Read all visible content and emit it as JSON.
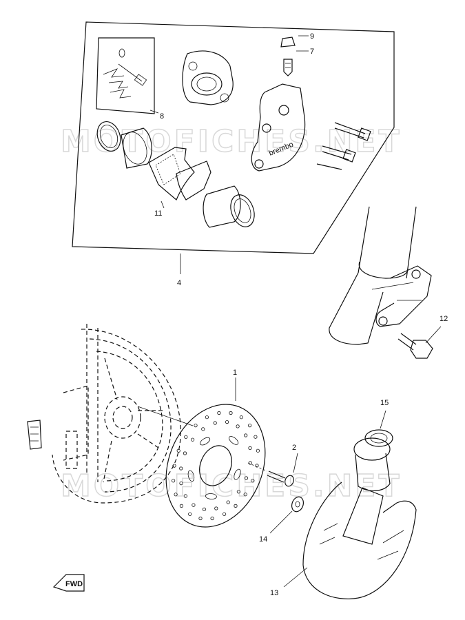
{
  "watermark": "MOTOFICHES.NET",
  "caliper_brand": "brembo",
  "fwd_label": "FWD",
  "callouts": {
    "c1": "1",
    "c2": "2",
    "c4": "4",
    "c7": "7",
    "c8": "8",
    "c9": "9",
    "c11": "11",
    "c12": "12",
    "c13": "13",
    "c14": "14",
    "c15": "15"
  }
}
